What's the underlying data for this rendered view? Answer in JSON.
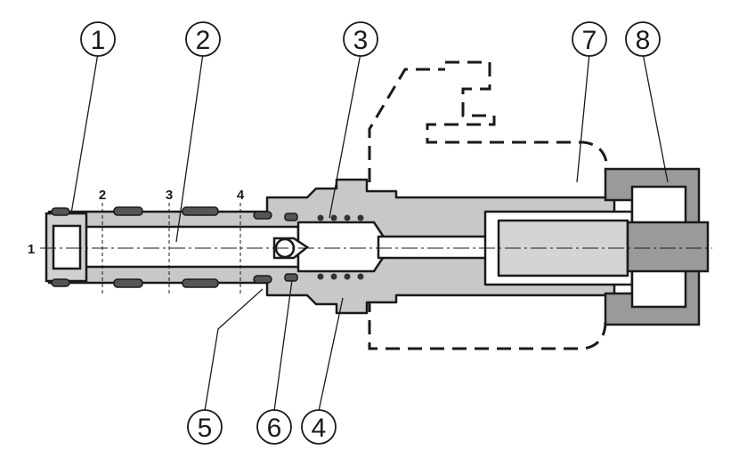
{
  "callouts": [
    {
      "id": "c1",
      "label": "1"
    },
    {
      "id": "c2",
      "label": "2"
    },
    {
      "id": "c3",
      "label": "3"
    },
    {
      "id": "c7",
      "label": "7"
    },
    {
      "id": "c8",
      "label": "8"
    },
    {
      "id": "c5",
      "label": "5"
    },
    {
      "id": "c6",
      "label": "6"
    },
    {
      "id": "c4",
      "label": "4"
    }
  ],
  "ports": [
    {
      "id": "p1",
      "label": "1"
    },
    {
      "id": "p2",
      "label": "2"
    },
    {
      "id": "p3",
      "label": "3"
    },
    {
      "id": "p4",
      "label": "4"
    }
  ],
  "colors": {
    "body": "#c8c8c8",
    "outline": "#1a1a1a",
    "seal": "#555555",
    "knob": "#9a9a9a"
  }
}
